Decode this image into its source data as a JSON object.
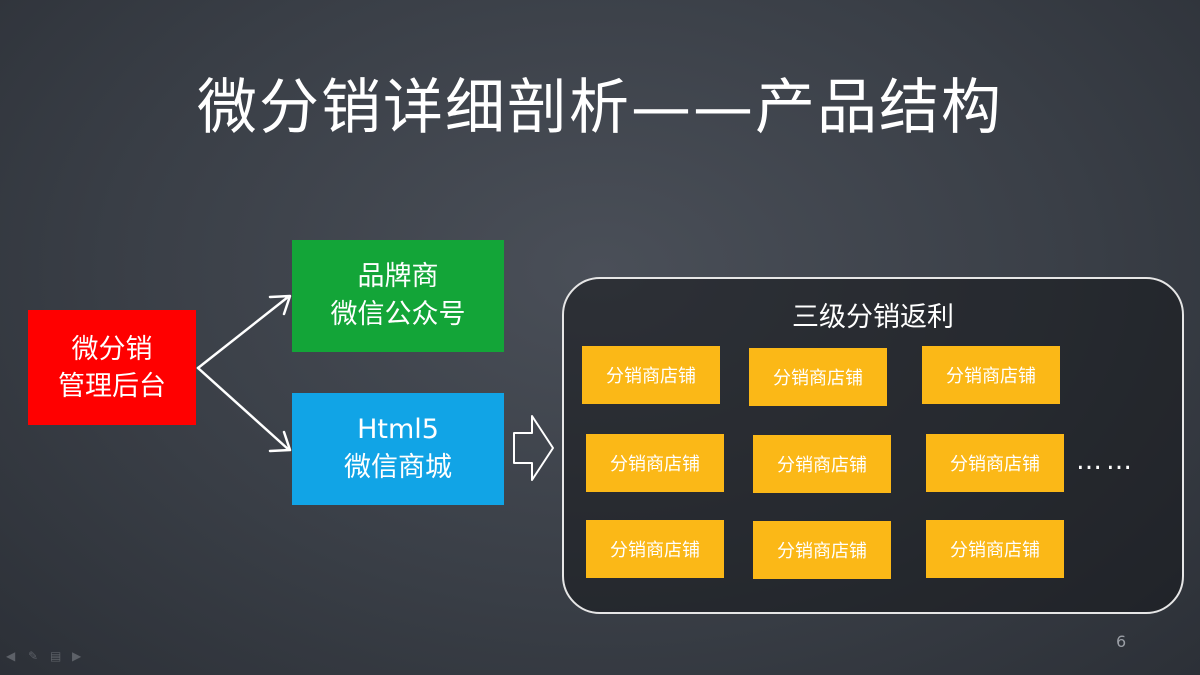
{
  "title": "微分销详细剖析——产品结构",
  "admin_box": {
    "line1": "微分销",
    "line2": "管理后台",
    "color": "#ff0000"
  },
  "brand_box": {
    "line1": "品牌商",
    "line2": "微信公众号",
    "color": "#13a538"
  },
  "mall_box": {
    "line1": "Html5",
    "line2": "微信商城",
    "color": "#11a4e6"
  },
  "container": {
    "title": "三级分销返利",
    "store_color": "#fbb817",
    "stores": [
      "分销商店铺",
      "分销商店铺",
      "分销商店铺",
      "分销商店铺",
      "分销商店铺",
      "分销商店铺",
      "分销商店铺",
      "分销商店铺",
      "分销商店铺"
    ],
    "ellipsis": "……"
  },
  "page_number": "6",
  "toolbar_icons": [
    "back-arrow-icon",
    "pen-icon",
    "slides-icon",
    "forward-arrow-icon"
  ]
}
